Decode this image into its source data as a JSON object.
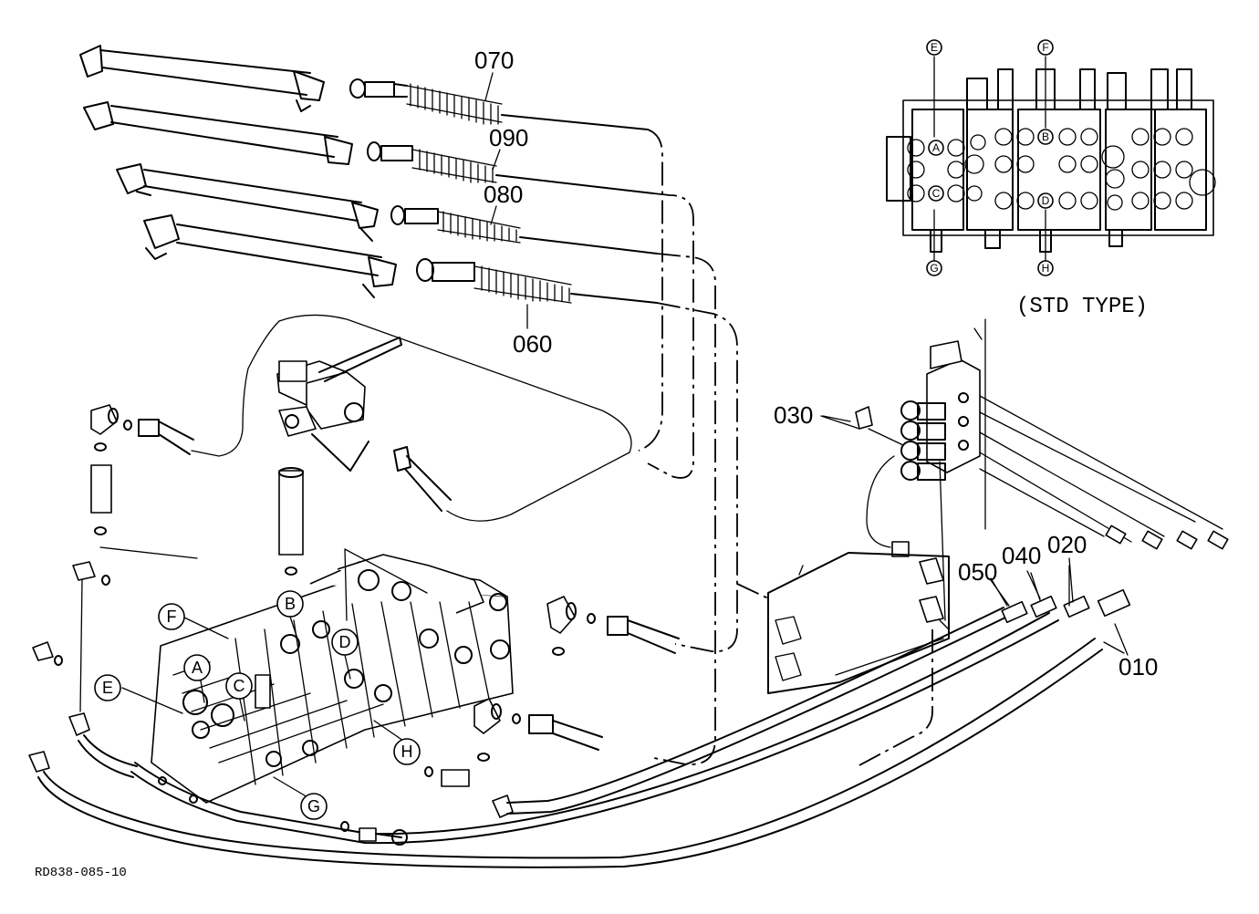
{
  "parts": {
    "p070": "070",
    "p090": "090",
    "p080": "080",
    "p060": "060",
    "p030": "030",
    "p050": "050",
    "p040": "040",
    "p020": "020",
    "p010": "010"
  },
  "ports": {
    "A": "A",
    "B": "B",
    "C": "C",
    "D": "D",
    "E": "E",
    "F": "F",
    "G": "G",
    "H": "H"
  },
  "inset": {
    "caption": "(STD TYPE)"
  },
  "reference": "RD838-085-10"
}
